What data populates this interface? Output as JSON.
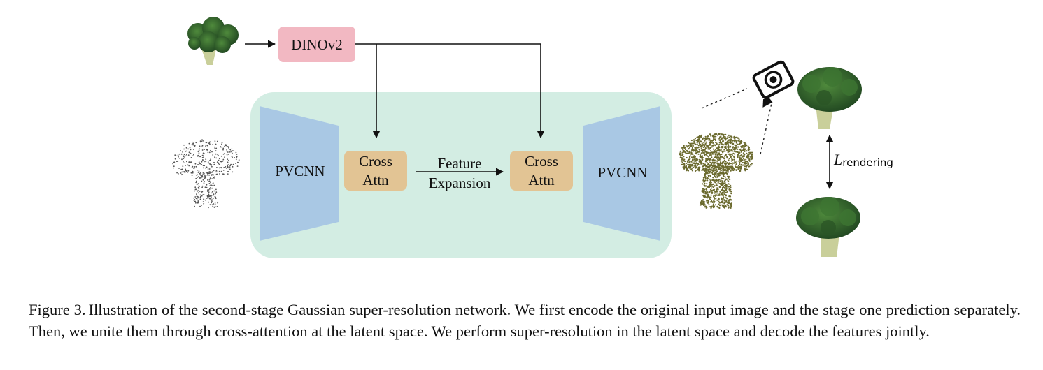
{
  "figure": {
    "dino_label": "DINOv2",
    "encoder_label": "PVCNN",
    "decoder_label": "PVCNN",
    "cross_attn_left": [
      "Cross",
      "Attn"
    ],
    "cross_attn_right": [
      "Cross",
      "Attn"
    ],
    "feature_expansion": [
      "Feature",
      "Expansion"
    ],
    "loss_symbol": "L",
    "loss_subscript": "rendering",
    "colors": {
      "dino_box": "#f2b8c2",
      "cross_attn_box": "#e2c494",
      "pvcnn_trapezoid": "#a9c8e4",
      "backbone_bg": "#d3ede3",
      "broccoli_dark": "#2d5a2b",
      "broccoli_light": "#4f8a3c",
      "stem": "#c9cf9a",
      "pointcloud": "#6b6a2e"
    },
    "icons": [
      "broccoli-input-image",
      "sparse-point-cloud",
      "dense-point-cloud",
      "camera-icon",
      "broccoli-rendered",
      "broccoli-ground-truth"
    ]
  },
  "caption": {
    "label": "Figure 3.",
    "text": "Illustration of the second-stage Gaussian super-resolution network. We first encode the original input image and the stage one prediction separately. Then, we unite them through cross-attention at the latent space. We perform super-resolution in the latent space and decode the features jointly."
  }
}
